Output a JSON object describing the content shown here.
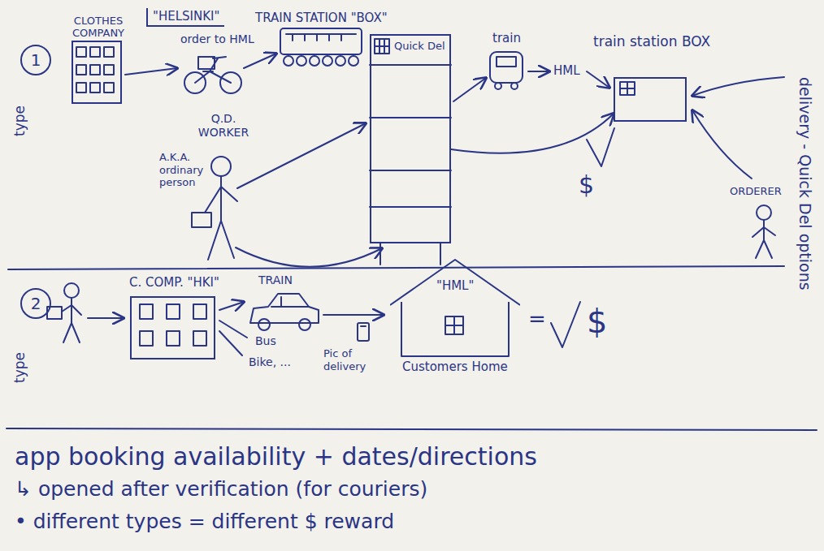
{
  "diagram": {
    "nodes": [
      {
        "text": [
          "1"
        ]
      },
      {
        "text": [
          "CLOTHES COMPANY"
        ]
      },
      {
        "text": [
          "\"HELSINKI\""
        ]
      },
      {
        "text": [
          "TRAIN STATION \"BOX\""
        ]
      },
      {
        "text": [
          "Quick Del"
        ]
      },
      {
        "text": [
          "train station BOX"
        ]
      },
      {
        "text": [
          "2"
        ]
      },
      {
        "text": [
          "C. COMP. \"HKI\""
        ]
      },
      {
        "text": [
          "\"HML\"",
          "Customers Home"
        ]
      }
    ],
    "edges": [
      {
        "from": 4,
        "to": 5,
        "arrow": "to"
      }
    ],
    "labels": [
      "type",
      "order to HML",
      "Q.D. WORKER",
      "A.K.A. ordinary person",
      "train",
      "HML",
      "$",
      "ORDERER",
      "delivery - Quick Del options",
      "type",
      "TRAIN",
      "Bus",
      "Bike, ...",
      "Pic of delivery",
      "=",
      "$",
      "app booking availability + dates/directions",
      "↳ opened after verification (for couriers)",
      "• different types = different $ reward"
    ]
  }
}
